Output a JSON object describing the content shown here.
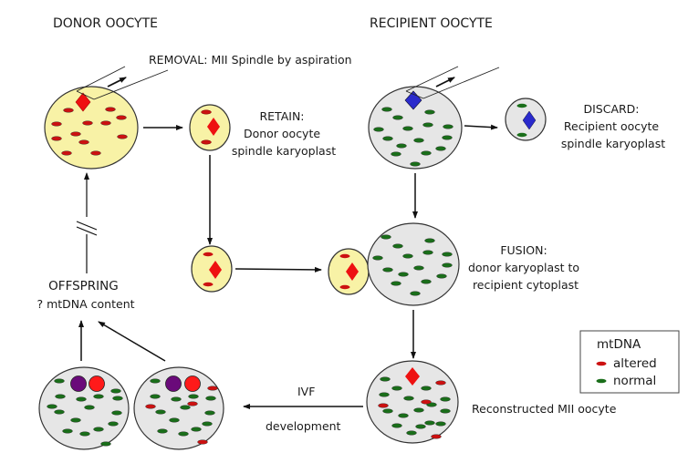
{
  "headers": {
    "donor": "DONOR OOCYTE",
    "recipient": "RECIPIENT OOCYTE"
  },
  "labels": {
    "removal": "REMOVAL: MII Spindle  by aspiration",
    "retain": [
      "RETAIN:",
      "Donor oocyte",
      "spindle karyoplast"
    ],
    "discard": [
      "DISCARD:",
      "Recipient oocyte",
      "spindle karyoplast"
    ],
    "fusion": [
      "FUSION:",
      "donor karyoplast to",
      "recipient cytoplast"
    ],
    "reconstructed": "Reconstructed MII oocyte",
    "ivf": "IVF",
    "development": "development",
    "offspring": [
      "OFFSPRING",
      "? mtDNA content"
    ]
  },
  "legend": {
    "title": "mtDNA",
    "items": [
      {
        "label": "altered",
        "color": "#cc1111"
      },
      {
        "label": "normal",
        "color": "#1a6e1a"
      }
    ]
  },
  "colors": {
    "donor_cytoplasm": "#f8f2a6",
    "recipient_cytoplasm": "#e6e6e6",
    "altered_mtdna": "#cc1111",
    "normal_mtdna": "#1a6e1a",
    "donor_spindle": "#ee1111",
    "recipient_spindle": "#2a2acc",
    "pronucleus_purple": "#6a0a7a",
    "pronucleus_red": "#ff1a1a"
  }
}
